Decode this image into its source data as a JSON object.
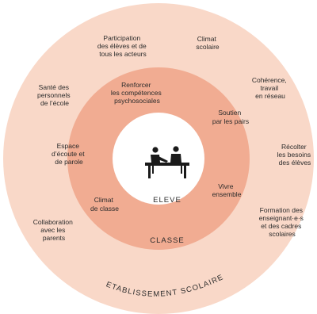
{
  "rings": {
    "outer_label": "ETABLISSEMENT SCOLAIRE",
    "middle_label": "CLASSE",
    "center_label": "ELEVE",
    "colors": {
      "outer": "#f9d8c8",
      "middle": "#f1ac92",
      "center": "#ffffff",
      "icon": "#1a1a1a",
      "text": "#2b2b2b"
    }
  },
  "outer_items": [
    {
      "lines": [
        "Participation",
        "des élèves et de",
        "tous les acteurs"
      ]
    },
    {
      "lines": [
        "Climat",
        "scolaire"
      ]
    },
    {
      "lines": [
        "Cohérence,",
        "travail",
        "en réseau"
      ]
    },
    {
      "lines": [
        "Récolter",
        "les besoins",
        "des élèves"
      ]
    },
    {
      "lines": [
        "Formation des",
        "enseignant·e·s",
        "et des cadres",
        "scolaires"
      ]
    },
    {
      "lines": [
        "Collaboration",
        "avec les",
        "parents"
      ]
    },
    {
      "lines": [
        "Santé des",
        "personnels",
        "de l’école"
      ]
    }
  ],
  "middle_items": [
    {
      "lines": [
        "Renforcer",
        "les compétences",
        "psychosociales"
      ]
    },
    {
      "lines": [
        "Soutien",
        "par les pairs"
      ]
    },
    {
      "lines": [
        "Vivre",
        "ensemble"
      ]
    },
    {
      "lines": [
        "Climat",
        "de classe"
      ]
    },
    {
      "lines": [
        "Espace",
        "d’écoute et",
        "de parole"
      ]
    }
  ],
  "center_icon": "students-at-desk-icon"
}
